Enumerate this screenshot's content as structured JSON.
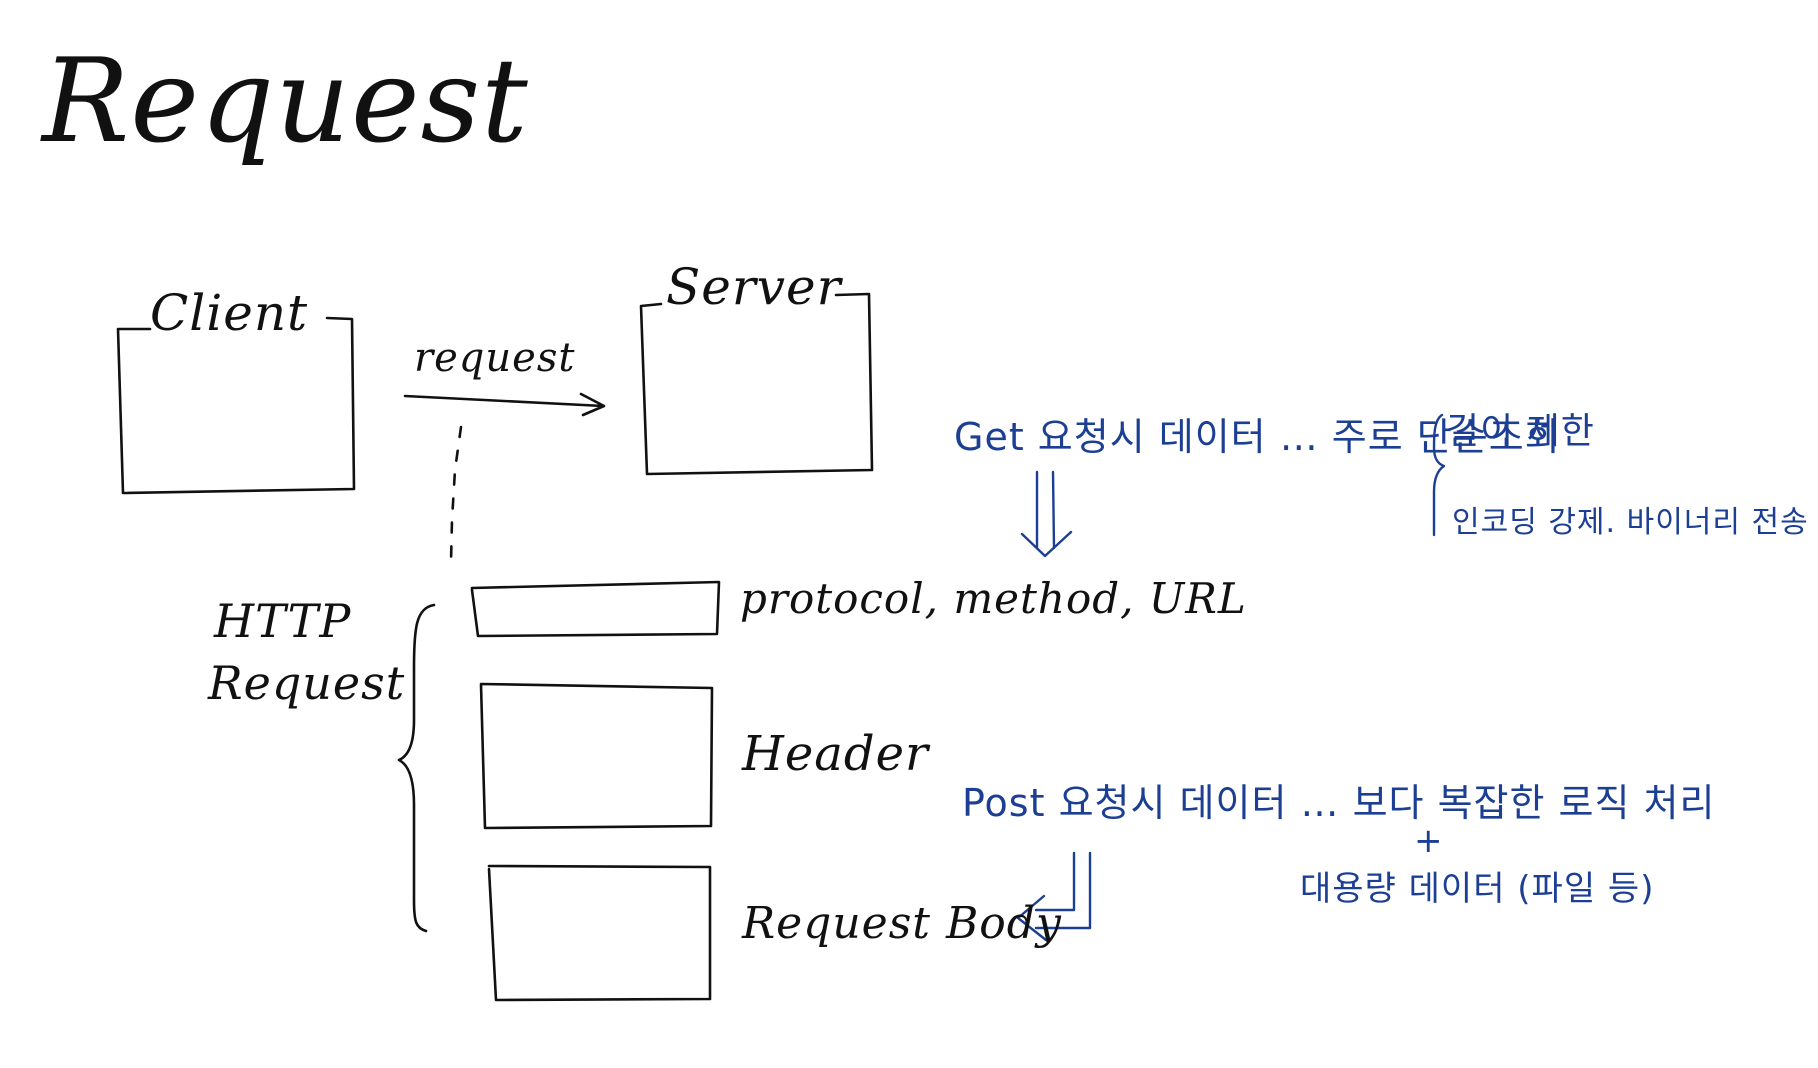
{
  "colors": {
    "ink": "#111111",
    "note": "#1c3f93",
    "background": "#ffffff"
  },
  "title": "Request",
  "nodes": {
    "client": "Client",
    "server": "Server",
    "request_arrow": "request",
    "http_request": [
      "HTTP",
      "Request"
    ]
  },
  "parts": {
    "start_line": "protocol, method, URL",
    "header": "Header",
    "body": "Request Body"
  },
  "notes": {
    "get": {
      "main": "Get 요청시 데이터 … 주로 단순조회",
      "limit_1": "길이 제한",
      "limit_2": "인코딩 강제. 바이너리 전송 어려움"
    },
    "post": {
      "main": "Post 요청시 데이터 … 보다 복잡한 로직 처리",
      "plus": "+",
      "extra": "대용량 데이터 (파일 등)"
    }
  }
}
